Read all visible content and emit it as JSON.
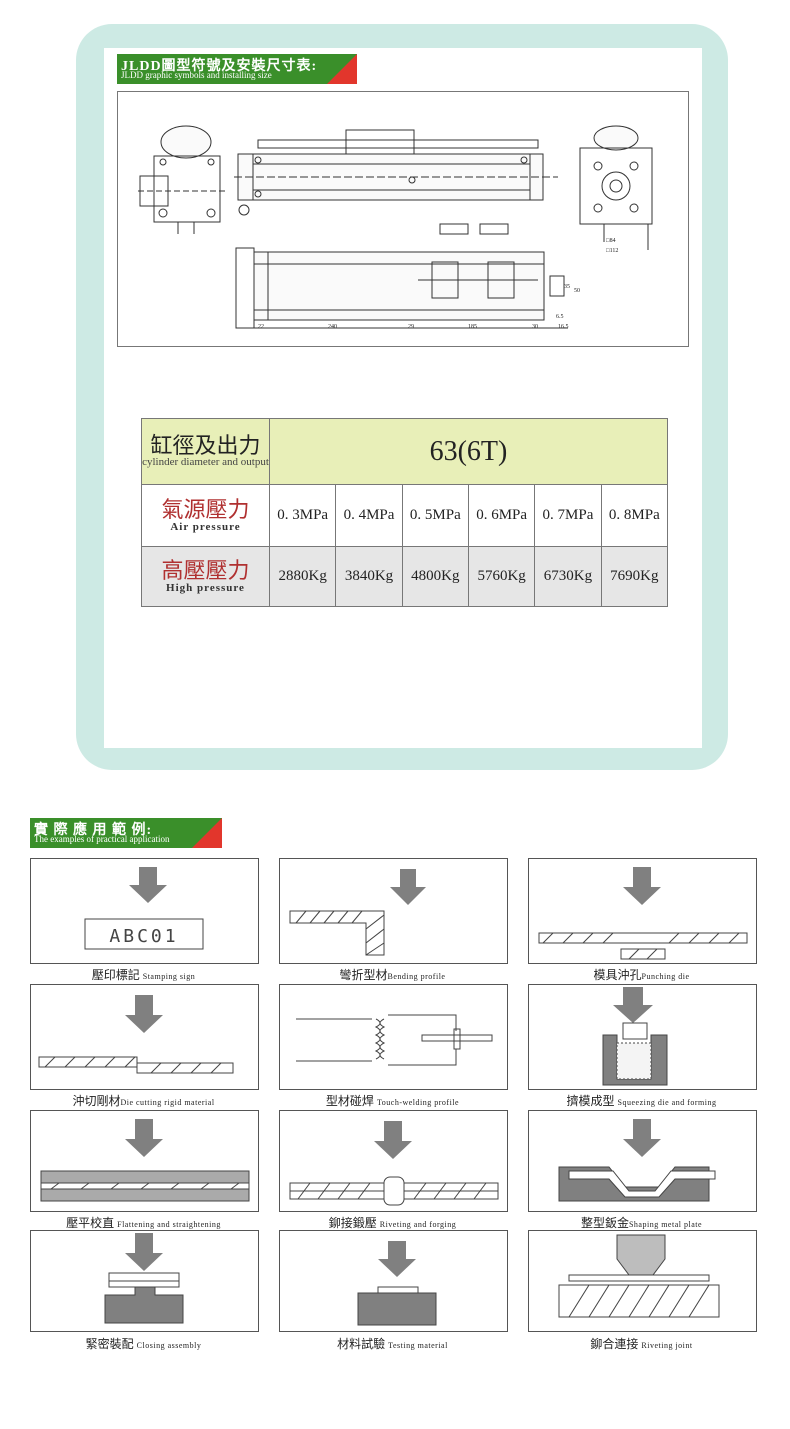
{
  "top_banner": {
    "title": "JLDD圖型符號及安裝尺寸表:",
    "subtitle": "JLDD graphic symbols and installing size"
  },
  "drawing": {
    "dims": [
      "□84",
      "□112",
      "22",
      "240",
      "29",
      "185",
      "30",
      "16.5",
      "6.5",
      "35",
      "50"
    ]
  },
  "spec_table": {
    "header_zh": "缸徑及出力",
    "header_en": "cylinder diameter and output",
    "model": "63(6T)",
    "air_zh": "氣源壓力",
    "air_en": "Air pressure",
    "air_values": [
      "0. 3MPa",
      "0. 4MPa",
      "0. 5MPa",
      "0. 6MPa",
      "0. 7MPa",
      "0. 8MPa"
    ],
    "high_zh": "高壓壓力",
    "high_en": "High pressure",
    "high_values": [
      "2880Kg",
      "3840Kg",
      "4800Kg",
      "5760Kg",
      "6730Kg",
      "7690Kg"
    ]
  },
  "examples_banner": {
    "title": "實 際 應 用 範 例:",
    "subtitle": "The examples of practical application"
  },
  "examples": [
    {
      "zh": "壓印標記",
      "en": "Stamping sign",
      "inner_text": "ABC01"
    },
    {
      "zh": "彎折型材",
      "en": "Bending profile"
    },
    {
      "zh": "模具沖孔",
      "en": "Punching die"
    },
    {
      "zh": "沖切剛材",
      "en": "Die cutting rigid material"
    },
    {
      "zh": "型材碰焊",
      "en": "Touch-welding profile"
    },
    {
      "zh": "擠模成型",
      "en": "Squeezing die and forming"
    },
    {
      "zh": "壓平校直",
      "en": "Flattening and straightening"
    },
    {
      "zh": "鉚接鍛壓",
      "en": "Riveting and forging"
    },
    {
      "zh": "整型鈑金",
      "en": "Shaping metal plate"
    },
    {
      "zh": "緊密裝配",
      "en": "Closing assembly"
    },
    {
      "zh": "材料試驗",
      "en": "Testing material"
    },
    {
      "zh": "鉚合連接",
      "en": "Riveting joint"
    }
  ],
  "colors": {
    "banner_green": "#3a8f2a",
    "banner_red": "#e2362c",
    "card_bg": "#cdeae4",
    "table_header": "#e8efb8",
    "arrow_gray": "#808080"
  }
}
